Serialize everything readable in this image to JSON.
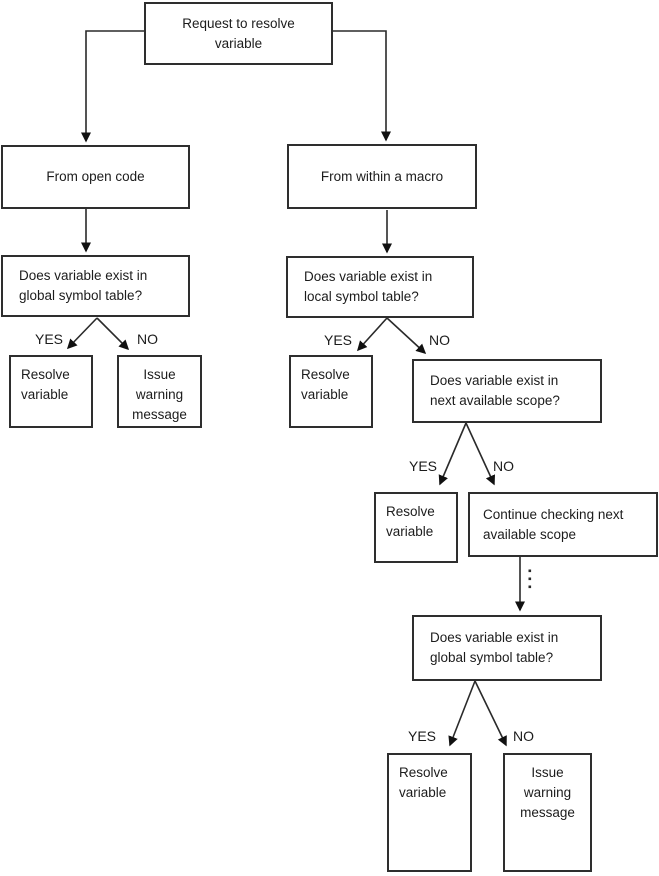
{
  "diagram": {
    "type": "flowchart",
    "subject": "macro variable resolution decision flow",
    "colors": {
      "background": "#ffffff",
      "box_border": "#2e2e2e",
      "text": "#1c1c1c",
      "connector": "#2a2a2a"
    },
    "nodes": {
      "request": "Request to resolve\nvariable",
      "from_open_code": "From open code",
      "from_within_macro": "From within a macro",
      "exists_global_open": "Does variable exist in\nglobal symbol table?",
      "exists_local": "Does variable exist in\nlocal symbol table?",
      "resolve_open": "Resolve\nvariable",
      "issue_warning_open": "Issue\nwarning\nmessage",
      "resolve_local": "Resolve\nvariable",
      "exists_next_scope": "Does variable exist in\nnext available scope?",
      "resolve_next_scope": "Resolve\nvariable",
      "continue_checking": "Continue checking next\navailable scope",
      "exists_global_macro": "Does variable exist in\nglobal symbol table?",
      "resolve_global": "Resolve\nvariable",
      "issue_warning_macro": "Issue\nwarning\nmessage"
    },
    "edge_labels": {
      "yes": "YES",
      "no": "NO"
    }
  }
}
